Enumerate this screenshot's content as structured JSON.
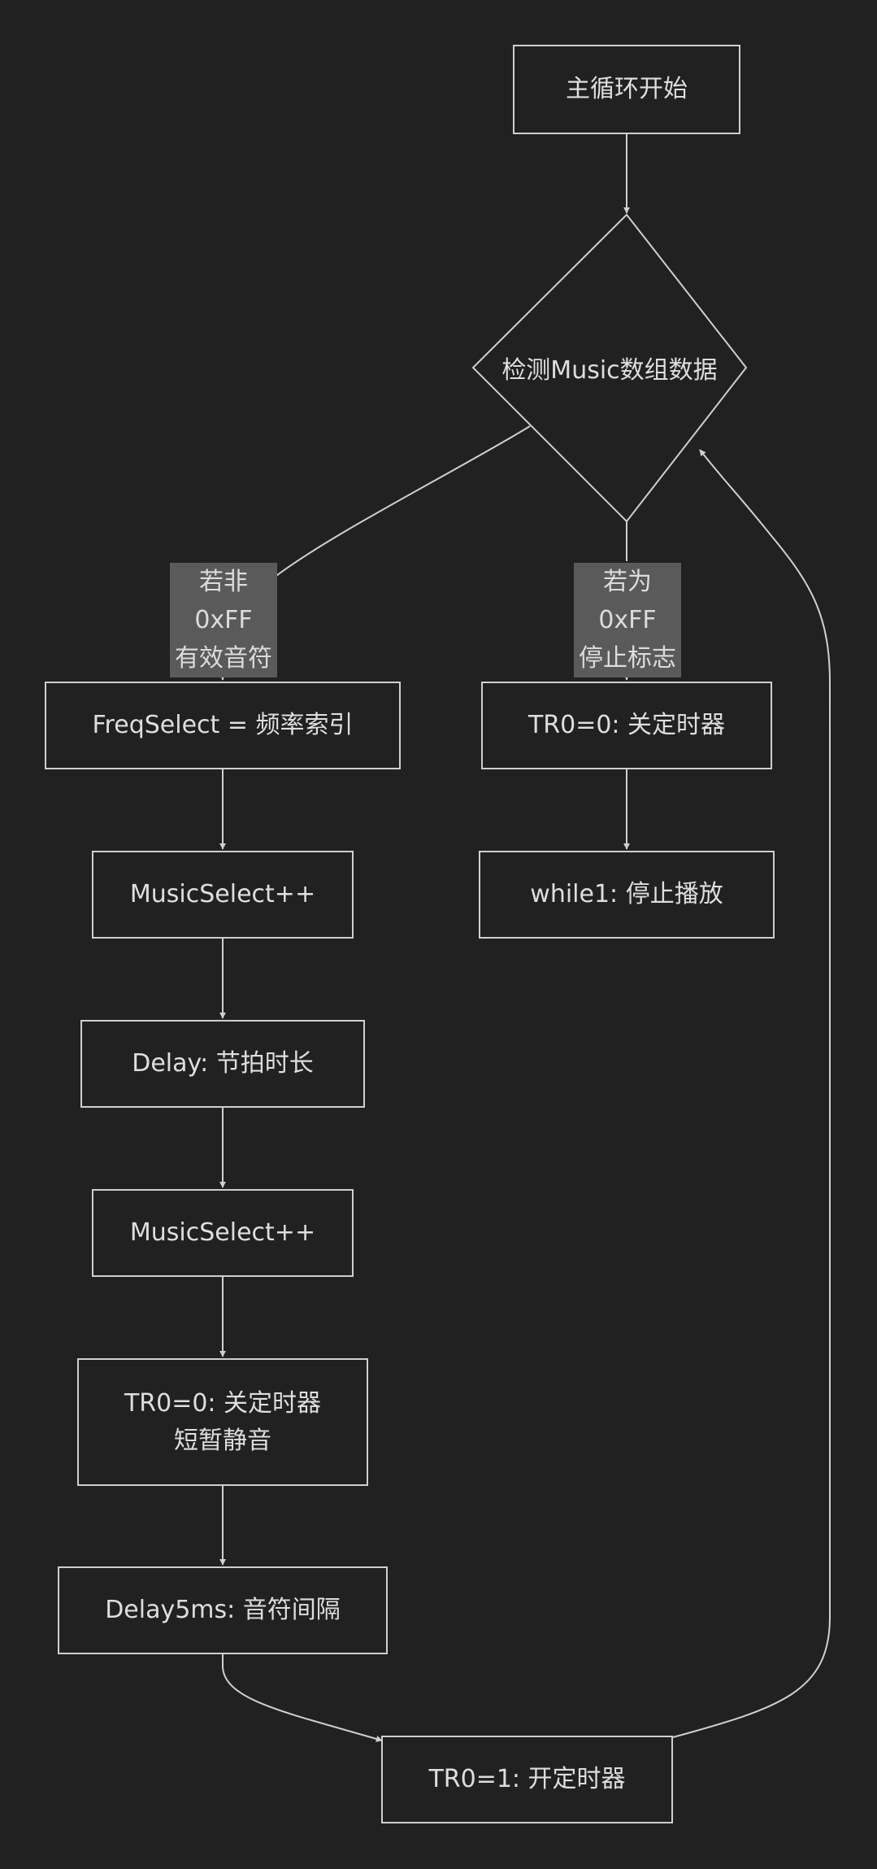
{
  "colors": {
    "background": "#212121",
    "stroke": "#cfcfcf",
    "text": "#dedede",
    "label_bg": "#5a5a5a"
  },
  "nodes": {
    "start": "主循环开始",
    "check": "检测Music数组数据",
    "freq_select": "FreqSelect = 频率索引",
    "music_select_1": "MusicSelect++",
    "delay_beat": "Delay: 节拍时长",
    "music_select_2": "MusicSelect++",
    "tr0_off_mute_line1": "TR0=0: 关定时器",
    "tr0_off_mute_line2": "短暂静音",
    "delay5ms": "Delay5ms: 音符间隔",
    "tr0_on": "TR0=1: 开定时器",
    "tr0_off_stop": "TR0=0: 关定时器",
    "while_stop": "while1: 停止播放"
  },
  "edge_labels": {
    "not_ff_line1": "若非0xFF",
    "not_ff_line2": "有效音符",
    "is_ff_line1": "若为0xFF",
    "is_ff_line2": "停止标志"
  }
}
